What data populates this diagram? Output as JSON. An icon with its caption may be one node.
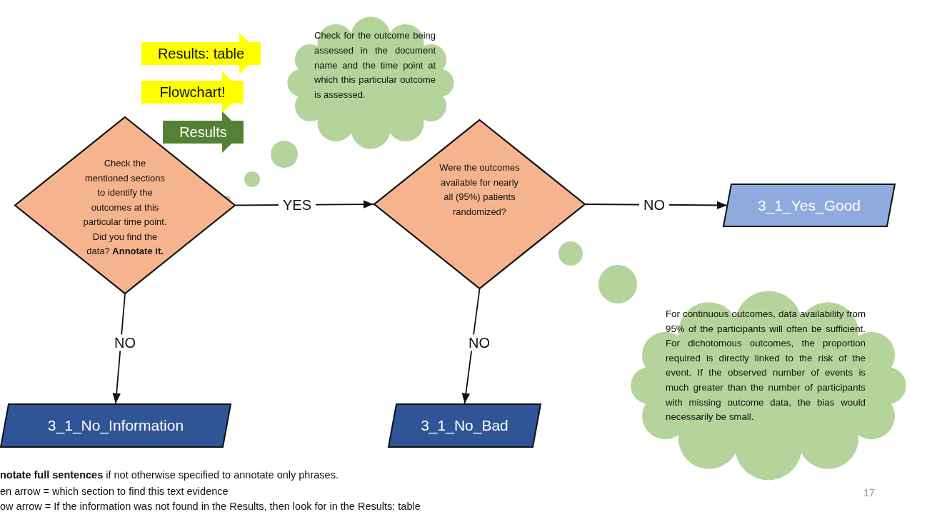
{
  "diagram": {
    "nodes": [
      {
        "text": [
          "Check for the outcome being assessed in the document name and the time point at which this particular outcome is assessed."
        ]
      },
      {
        "text": [
          "Check the mentioned sections to identify the outcomes at this particular time point. Did you find the data? **Annotate it.**"
        ]
      },
      {
        "text": [
          "Were the outcomes available for nearly all (95%) patients randomized?"
        ]
      },
      {
        "text": [
          "3_1_Yes_Good"
        ]
      },
      {
        "text": [
          "3_1_No_Information"
        ]
      },
      {
        "text": [
          "3_1_No_Bad"
        ]
      },
      {
        "text": [
          "For continuous outcomes, data availability from 95% of the participants will often be sufficient. For dichotomous outcomes, the proportion required is directly linked to the risk of the event. If the observed number of events is much greater than the number of participants with missing outcome data, the bias would necessarily be small."
        ]
      }
    ],
    "edges": [
      {
        "from": null,
        "to": 0,
        "arrow": "to",
        "label": "Results: table",
        "style": "thick",
        "color": "#ffff00"
      },
      {
        "from": null,
        "to": 0,
        "arrow": "to",
        "label": "Flowchart!",
        "style": "thick",
        "color": "#ffff00"
      },
      {
        "from": null,
        "to": 0,
        "arrow": "to",
        "label": "Results",
        "style": "thick",
        "color": "#548235"
      },
      {
        "from": 1,
        "to": 2,
        "arrow": "to",
        "label": "YES"
      },
      {
        "from": 2,
        "to": 3,
        "arrow": "to",
        "label": "NO"
      },
      {
        "from": 1,
        "to": 4,
        "arrow": "to",
        "label": "NO"
      },
      {
        "from": 2,
        "to": 5,
        "arrow": "to",
        "label": "NO"
      }
    ],
    "labels": [
      "**notate full sentences** if not otherwise specified to annotate only phrases.",
      "en arrow = which section to find this text evidence",
      "ow arrow = If the information was not found in the Results, then look for in the Results: table",
      "17"
    ]
  }
}
